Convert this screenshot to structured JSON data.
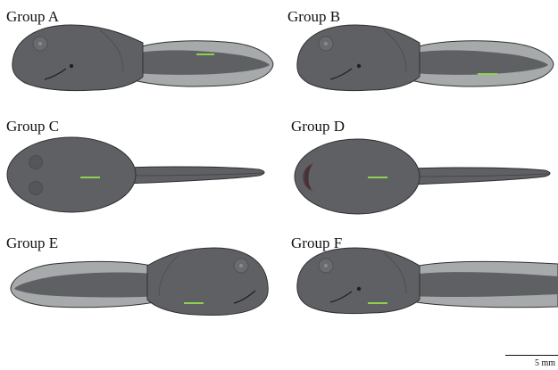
{
  "panels": [
    {
      "id": "A",
      "label": "Group A",
      "view": "lateral-left"
    },
    {
      "id": "B",
      "label": "Group B",
      "view": "lateral-left"
    },
    {
      "id": "C",
      "label": "Group C",
      "view": "dorsal"
    },
    {
      "id": "D",
      "label": "Group D",
      "view": "ventral"
    },
    {
      "id": "E",
      "label": "Group E",
      "view": "lateral-right"
    },
    {
      "id": "F",
      "label": "Group F",
      "view": "lateral-left"
    }
  ],
  "scale_bar": {
    "label": "5 mm"
  },
  "colors": {
    "body": "#5f6063",
    "body_dark": "#3e3f42",
    "fin": "#a7aaab",
    "outline": "#2f3032",
    "marker": "#8fd14f"
  }
}
